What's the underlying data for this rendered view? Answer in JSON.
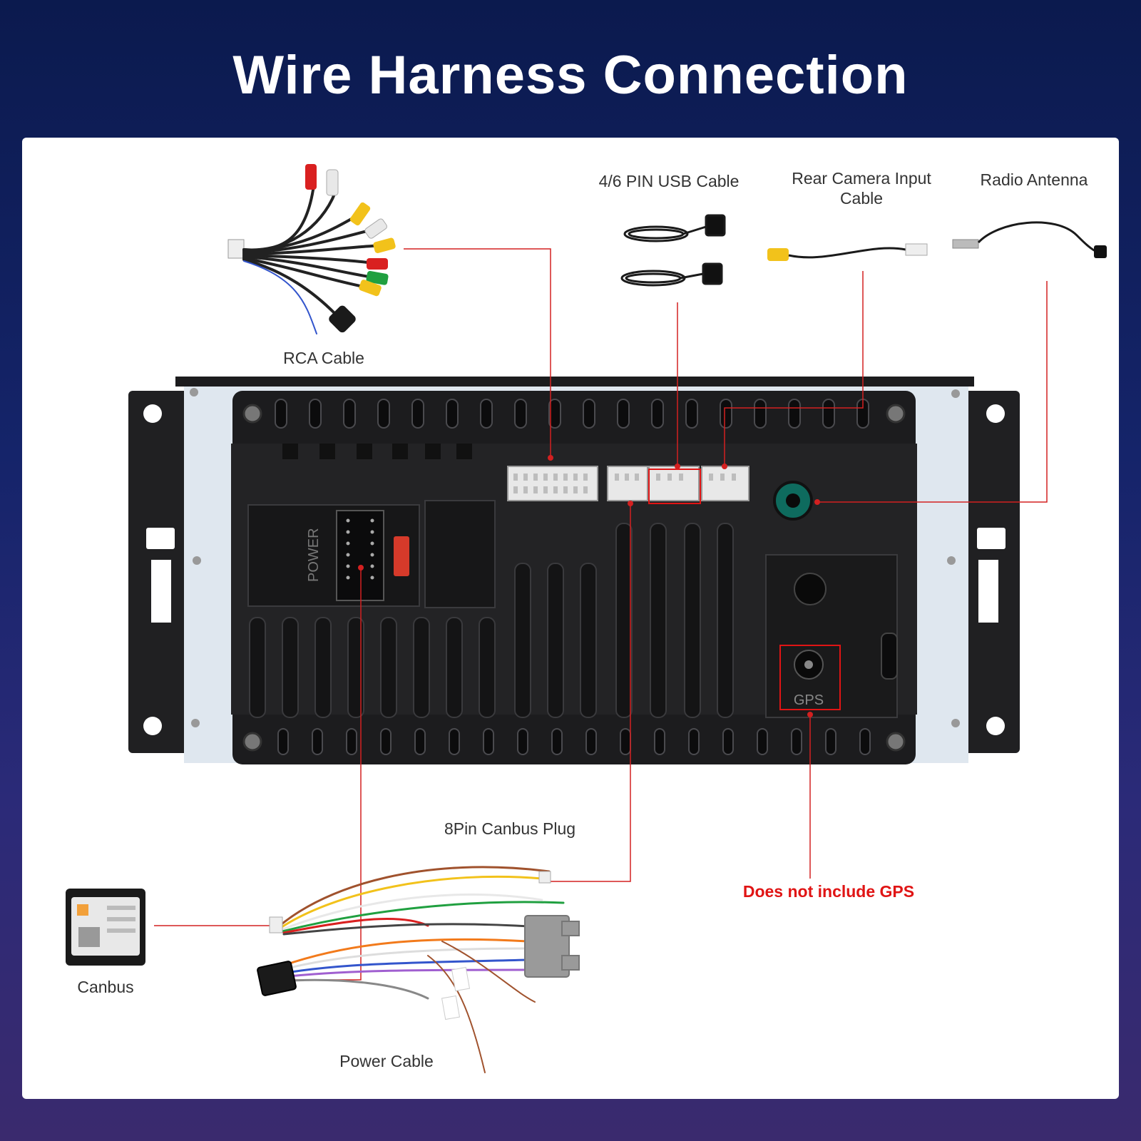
{
  "title": "Wire Harness Connection",
  "labels": {
    "rca": "RCA Cable",
    "usb": "4/6 PIN USB Cable",
    "camera": "Rear Camera Input Cable",
    "antenna": "Radio Antenna",
    "canbus_plug": "8Pin Canbus Plug",
    "gps_note": "Does not include GPS",
    "canbus": "Canbus",
    "power": "Power Cable"
  },
  "unit_markings": {
    "power_port": "POWER",
    "gps_port": "GPS"
  },
  "colors": {
    "accent_red": "#e01414",
    "unit_body": "#1c1c1e",
    "background_top": "#0b1a4e"
  }
}
